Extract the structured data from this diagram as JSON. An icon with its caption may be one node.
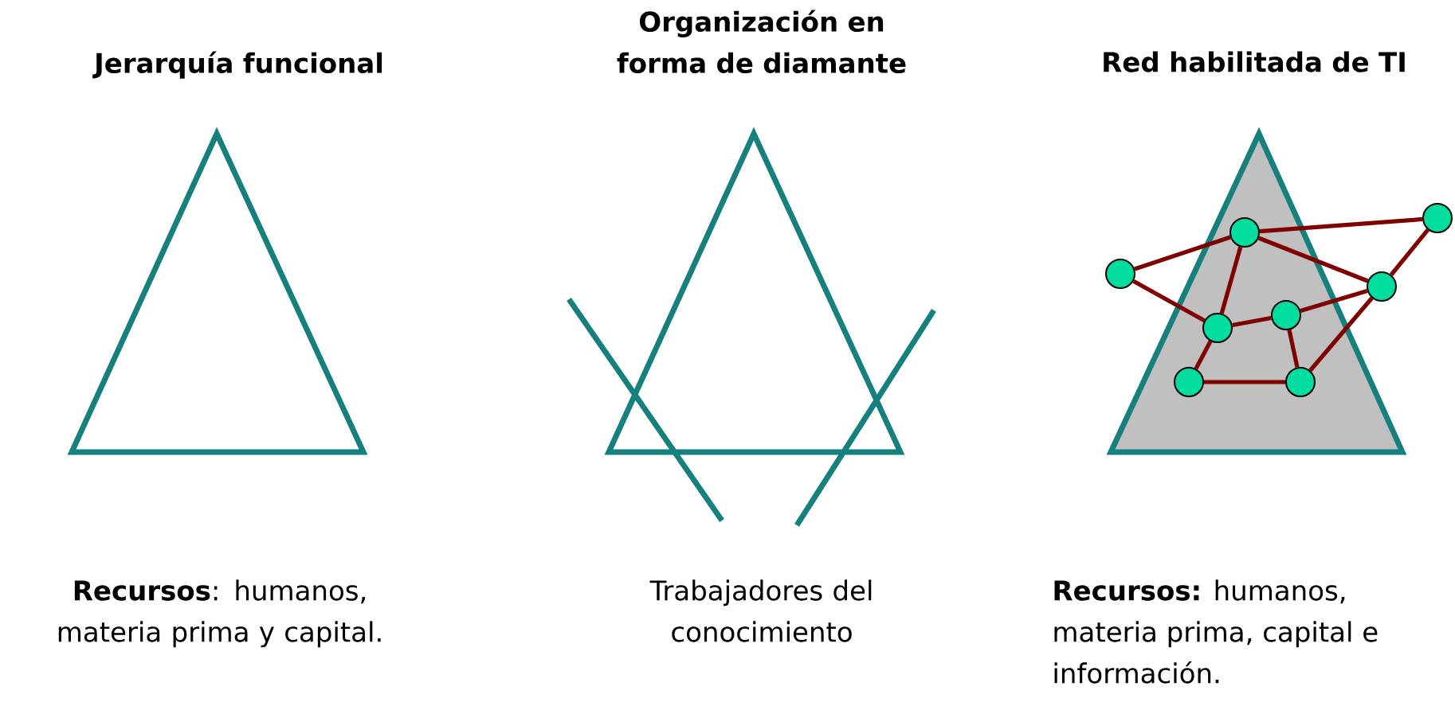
{
  "diagram": {
    "nodes": [
      {
        "text": [],
        "shape": "circle"
      },
      {
        "text": [],
        "shape": "circle"
      },
      {
        "text": [],
        "shape": "circle"
      },
      {
        "text": [],
        "shape": "circle"
      },
      {
        "text": [],
        "shape": "circle"
      },
      {
        "text": [],
        "shape": "circle"
      },
      {
        "text": [],
        "shape": "circle"
      },
      {
        "text": [],
        "shape": "circle"
      }
    ],
    "edges": [
      {
        "from": 0,
        "to": 1,
        "arrow": "none"
      },
      {
        "from": 0,
        "to": 4,
        "arrow": "none"
      },
      {
        "from": 1,
        "to": 2,
        "arrow": "none"
      },
      {
        "from": 1,
        "to": 3,
        "arrow": "none"
      },
      {
        "from": 1,
        "to": 4,
        "arrow": "none"
      },
      {
        "from": 2,
        "to": 3,
        "arrow": "none"
      },
      {
        "from": 4,
        "to": 5,
        "arrow": "none"
      },
      {
        "from": 5,
        "to": 3,
        "arrow": "none"
      },
      {
        "from": 4,
        "to": 6,
        "arrow": "none"
      },
      {
        "from": 6,
        "to": 7,
        "arrow": "none"
      },
      {
        "from": 5,
        "to": 7,
        "arrow": "none"
      },
      {
        "from": 7,
        "to": 3,
        "arrow": "none"
      }
    ],
    "labels": [
      "Jerarquía funcional",
      "Organización en forma de diamante",
      "Red habilitada de TI",
      "**Recursos**: humanos, materia prima y capital.",
      "Trabajadores del conocimiento",
      "**Recursos:** humanos, materia prima, capital e información."
    ]
  }
}
